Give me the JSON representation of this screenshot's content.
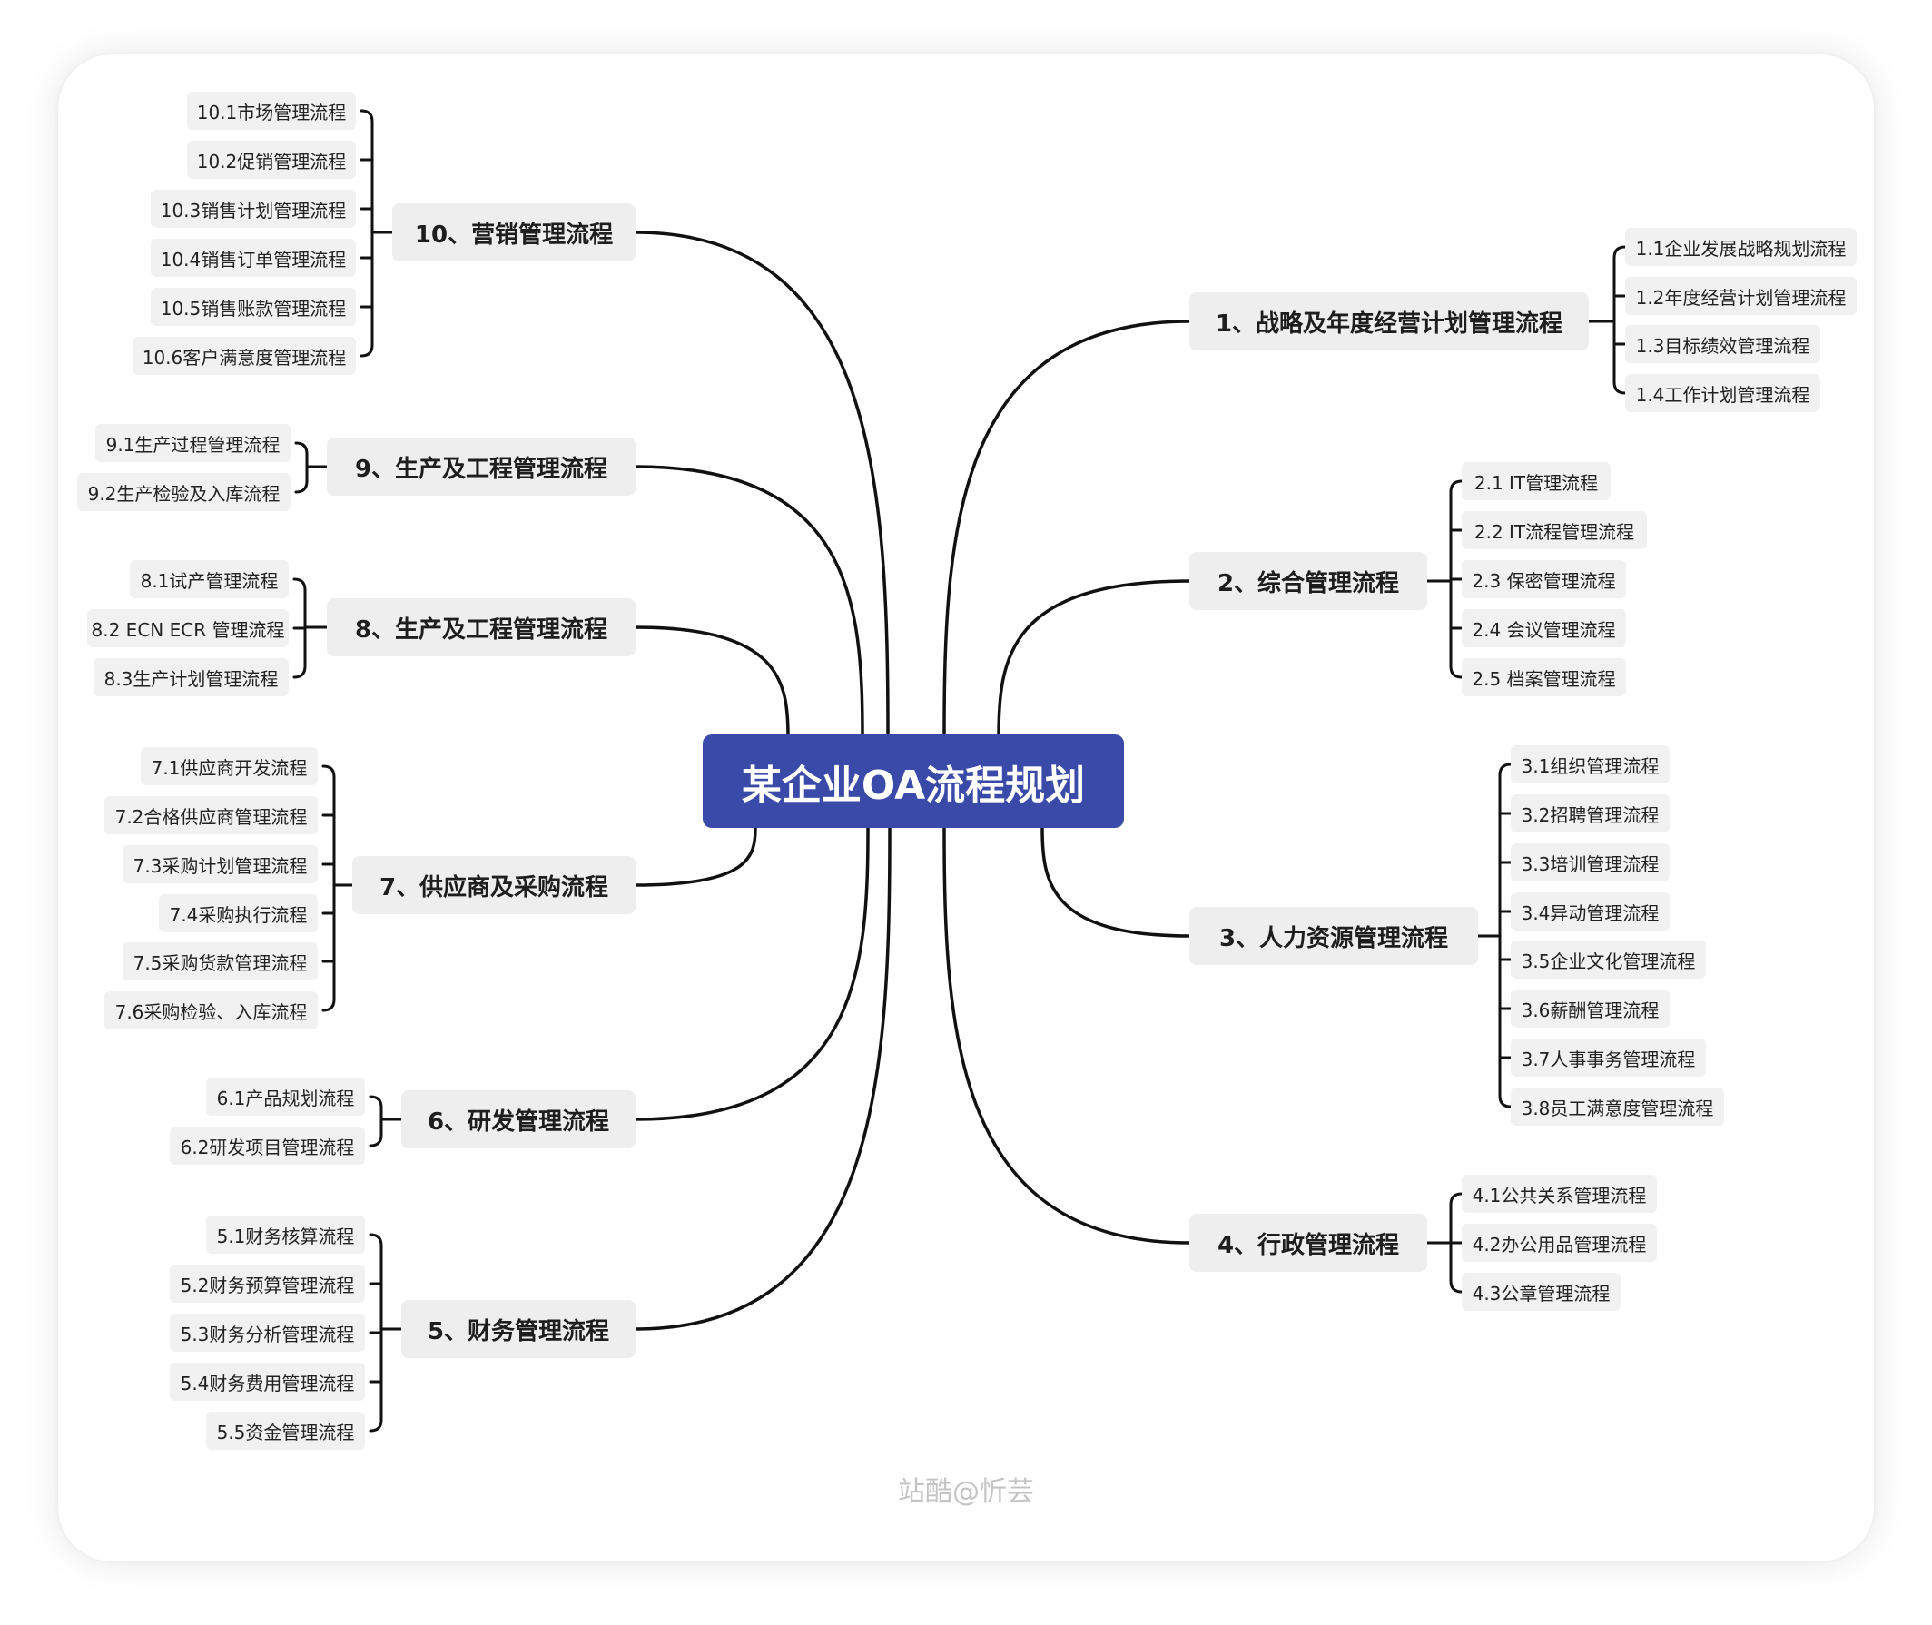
{
  "root": {
    "label": "某企业OA流程规划",
    "color": "#3a4aa8"
  },
  "watermark": "站酷@忻芸",
  "branches": [
    {
      "id": "b1",
      "side": "right",
      "label": "1、战略及年度经营计划管理流程",
      "children": [
        "1.1企业发展战略规划流程",
        "1.2年度经营计划管理流程",
        "1.3目标绩效管理流程",
        "1.4工作计划管理流程"
      ]
    },
    {
      "id": "b2",
      "side": "right",
      "label": "2、综合管理流程",
      "children": [
        "2.1 IT管理流程",
        "2.2 IT流程管理流程",
        "2.3 保密管理流程",
        "2.4 会议管理流程",
        "2.5 档案管理流程"
      ]
    },
    {
      "id": "b3",
      "side": "right",
      "label": "3、人力资源管理流程",
      "children": [
        "3.1组织管理流程",
        "3.2招聘管理流程",
        "3.3培训管理流程",
        "3.4异动管理流程",
        "3.5企业文化管理流程",
        "3.6薪酬管理流程",
        "3.7人事事务管理流程",
        "3.8员工满意度管理流程"
      ]
    },
    {
      "id": "b4",
      "side": "right",
      "label": "4、行政管理流程",
      "children": [
        "4.1公共关系管理流程",
        "4.2办公用品管理流程",
        "4.3公章管理流程"
      ]
    },
    {
      "id": "b5",
      "side": "left",
      "label": "5、财务管理流程",
      "children": [
        "5.1财务核算流程",
        "5.2财务预算管理流程",
        "5.3财务分析管理流程",
        "5.4财务费用管理流程",
        "5.5资金管理流程"
      ]
    },
    {
      "id": "b6",
      "side": "left",
      "label": "6、研发管理流程",
      "children": [
        "6.1产品规划流程",
        "6.2研发项目管理流程"
      ]
    },
    {
      "id": "b7",
      "side": "left",
      "label": "7、供应商及采购流程",
      "children": [
        "7.1供应商开发流程",
        "7.2合格供应商管理流程",
        "7.3采购计划管理流程",
        "7.4采购执行流程",
        "7.5采购货款管理流程",
        "7.6采购检验、入库流程"
      ]
    },
    {
      "id": "b8",
      "side": "left",
      "label": "8、生产及工程管理流程",
      "children": [
        "8.1试产管理流程",
        "8.2 ECN ECR 管理流程",
        "8.3生产计划管理流程"
      ]
    },
    {
      "id": "b9",
      "side": "left",
      "label": "9、生产及工程管理流程",
      "children": [
        "9.1生产过程管理流程",
        "9.2生产检验及入库流程"
      ]
    },
    {
      "id": "b10",
      "side": "left",
      "label": "10、营销管理流程",
      "children": [
        "10.1市场管理流程",
        "10.2促销管理流程",
        "10.3销售计划管理流程",
        "10.4销售订单管理流程",
        "10.5销售账款管理流程",
        "10.6客户满意度管理流程"
      ]
    }
  ]
}
